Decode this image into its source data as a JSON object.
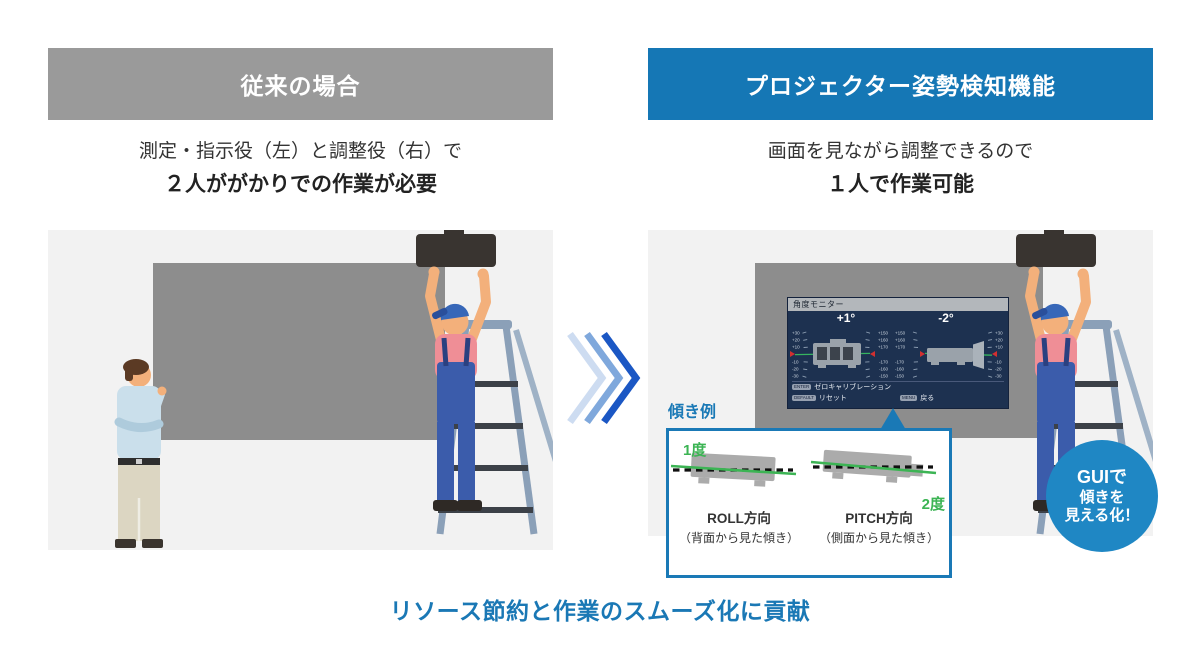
{
  "left_panel": {
    "header": "従来の場合",
    "desc_line1": "測定・指示役（左）と調整役（右）で",
    "desc_line2": "２人ががかりでの作業が必要"
  },
  "right_panel": {
    "header": "プロジェクター姿勢検知機能",
    "desc_line1": "画面を見ながら調整できるので",
    "desc_line2": "１人で作業可能"
  },
  "gui": {
    "title": "角度モニター",
    "roll_value": "+1°",
    "pitch_value": "-2°",
    "deg_scale": [
      "+30",
      "+20",
      "+10",
      "-10",
      "-20",
      "-30"
    ],
    "mid_scale": [
      "+150",
      "+160",
      "+170",
      "-170",
      "-160",
      "-150"
    ],
    "buttons": {
      "enter_key": "ENTER",
      "zero_calibration": "ゼロキャリブレーション",
      "default_key": "DEFAULT",
      "reset": "リセット",
      "menu_key": "MENU",
      "back": "戻る"
    }
  },
  "inset": {
    "label": "傾き例",
    "roll": {
      "angle": "1度",
      "title": "ROLL方向",
      "sub": "（背面から見た傾き）"
    },
    "pitch": {
      "angle": "2度",
      "title": "PITCH方向",
      "sub": "（側面から見た傾き）"
    }
  },
  "badge": {
    "line1": "GUIで",
    "line2": "傾きを",
    "line3": "見える化！"
  },
  "footer": "リソース節約と作業のスムーズ化に貢献",
  "colors": {
    "header_gray": "#9a9a9a",
    "header_blue": "#1577b5",
    "accent_blue": "#1a79b6",
    "badge_blue": "#1f87c4",
    "green": "#3cb454",
    "red_pointer": "#d23030",
    "gui_bg": "#1d3150",
    "scene_bg": "#f2f2f2",
    "screen_gray": "#8d8d8d",
    "footer_blue": "#1a78b5"
  }
}
